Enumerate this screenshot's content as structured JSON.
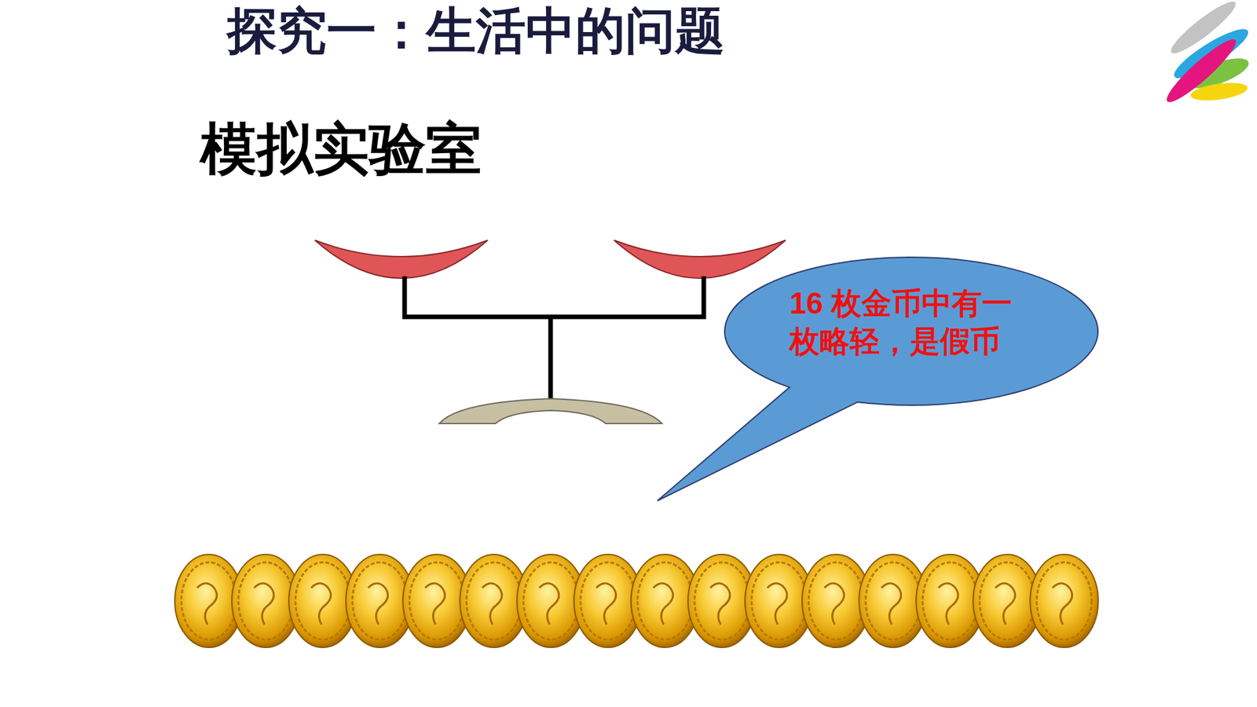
{
  "diagram": {
    "title": "探究一：生活中的问题",
    "nodes": [
      {
        "text": [
          "16 枚金币中有一枚略轻，是假币"
        ]
      }
    ],
    "labels": [
      "模拟实验室"
    ]
  }
}
